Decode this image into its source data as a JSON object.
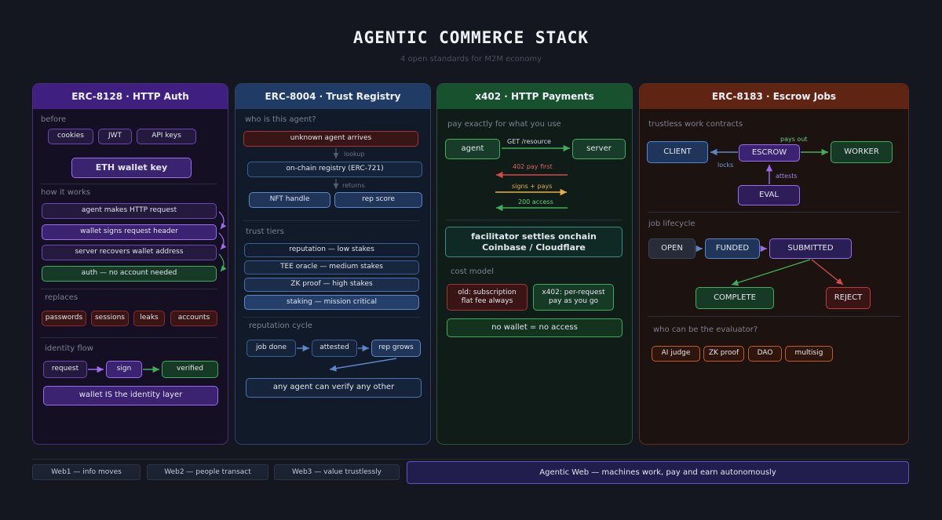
{
  "title": "AGENTIC COMMERCE STACK",
  "subtitle": "4 open standards for M2M economy",
  "colors": {
    "purple": "#9b6cf0",
    "blue": "#5d86c8",
    "green": "#3fae5c",
    "orange": "#c05a28",
    "red": "#c23a3a"
  },
  "panel1": {
    "header": "ERC-8128 · HTTP Auth",
    "before_label": "before",
    "before_items": [
      "cookies",
      "JWT",
      "API keys"
    ],
    "wallet_key": "ETH wallet key",
    "how_label": "how it works",
    "steps": [
      "agent makes HTTP request",
      "wallet signs request header",
      "server recovers wallet address",
      "auth — no account needed"
    ],
    "replaces_label": "replaces",
    "replaces": [
      "passwords",
      "sessions",
      "leaks",
      "accounts"
    ],
    "identity_label": "identity flow",
    "flow": [
      "request",
      "sign",
      "verified"
    ],
    "identity_layer": "wallet IS the identity layer"
  },
  "panel2": {
    "header": "ERC-8004 · Trust Registry",
    "who_label": "who is this agent?",
    "unknown": "unknown agent arrives",
    "lookup": "lookup",
    "registry": "on-chain registry (ERC-721)",
    "returns": "returns",
    "nft": "NFT handle",
    "rep": "rep score",
    "tiers_label": "trust tiers",
    "tiers": [
      "reputation — low stakes",
      "TEE oracle — medium stakes",
      "ZK proof — high stakes",
      "staking — mission critical"
    ],
    "cycle_label": "reputation cycle",
    "cycle": [
      "job done",
      "attested",
      "rep grows"
    ],
    "verify": "any agent can verify any other"
  },
  "panel3": {
    "header": "x402 · HTTP Payments",
    "pay_label": "pay exactly for what you use",
    "agent": "agent",
    "server": "server",
    "get": "GET /resource",
    "pay_first": "402  pay first",
    "signs": "signs + pays",
    "access": "200  access",
    "facilitator": "facilitator settles onchain",
    "providers": "Coinbase  /  Cloudflare",
    "cost_label": "cost model",
    "old_line1": "old: subscription",
    "old_line2": "flat fee always",
    "new_line1": "x402: per-request",
    "new_line2": "pay as you go",
    "no_wallet": "no wallet  =  no access"
  },
  "panel4": {
    "header": "ERC-8183 · Escrow Jobs",
    "contracts_label": "trustless work contracts",
    "client": "CLIENT",
    "escrow": "ESCROW",
    "worker": "WORKER",
    "eval": "EVAL",
    "locks": "locks",
    "pays_out": "pays out",
    "attests": "attests",
    "lifecycle_label": "job lifecycle",
    "states": [
      "OPEN",
      "FUNDED",
      "SUBMITTED"
    ],
    "complete": "COMPLETE",
    "reject": "REJECT",
    "evaluator_label": "who can be the evaluator?",
    "evaluators": [
      "AI judge",
      "ZK proof",
      "DAO",
      "multisig"
    ]
  },
  "footer": {
    "web1": "Web1 — info moves",
    "web2": "Web2 — people transact",
    "web3": "Web3 — value trustlessly",
    "agentic": "Agentic Web — machines work, pay and earn autonomously"
  }
}
